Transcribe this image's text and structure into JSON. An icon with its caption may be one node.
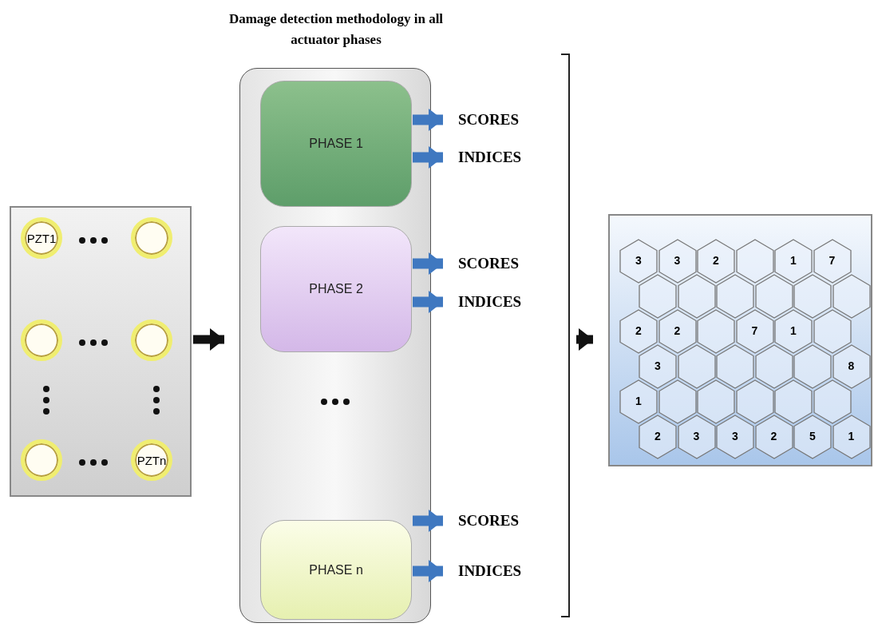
{
  "diagram": {
    "nodes": [
      {
        "text": [],
        "shape": "box"
      },
      {
        "text": [
          "PZT1"
        ],
        "in": 0
      },
      {
        "text": [],
        "shape": "circle",
        "in": 0
      },
      {
        "text": [],
        "shape": "circle",
        "in": 0
      },
      {
        "text": [],
        "shape": "circle",
        "in": 0
      },
      {
        "text": [],
        "shape": "circle",
        "in": 0
      },
      {
        "text": [
          "PZTn"
        ],
        "in": 0
      },
      {
        "text": [
          "Damage detection methodology in all actuator phases"
        ]
      },
      {
        "text": [
          "PHASE 1"
        ],
        "in": 7
      },
      {
        "text": [
          "PHASE 2"
        ],
        "in": 7
      },
      {
        "text": [
          "PHASE n"
        ],
        "in": 7
      },
      {
        "text": [
          "SCORES"
        ]
      },
      {
        "text": [
          "INDICES"
        ]
      },
      {
        "text": [
          "SCORES"
        ]
      },
      {
        "text": [
          "INDICES"
        ]
      },
      {
        "text": [
          "SCORES"
        ]
      },
      {
        "text": [
          "INDICES"
        ]
      },
      {
        "text": [],
        "shape": "box"
      },
      {
        "text": [
          "3"
        ],
        "in": 17
      },
      {
        "text": [
          "3"
        ],
        "in": 17
      },
      {
        "text": [
          "2"
        ],
        "in": 17
      },
      {
        "text": [],
        "shape": "hexagon",
        "in": 17
      },
      {
        "text": [
          "1"
        ],
        "in": 17
      },
      {
        "text": [
          "7"
        ],
        "in": 17
      },
      {
        "text": [],
        "shape": "hexagon",
        "in": 17
      },
      {
        "text": [],
        "shape": "hexagon",
        "in": 17
      },
      {
        "text": [],
        "shape": "hexagon",
        "in": 17
      },
      {
        "text": [],
        "shape": "hexagon",
        "in": 17
      },
      {
        "text": [],
        "shape": "hexagon",
        "in": 17
      },
      {
        "text": [],
        "shape": "hexagon",
        "in": 17
      },
      {
        "text": [
          "2"
        ],
        "in": 17
      },
      {
        "text": [
          "2"
        ],
        "in": 17
      },
      {
        "text": [],
        "shape": "hexagon",
        "in": 17
      },
      {
        "text": [
          "7"
        ],
        "in": 17
      },
      {
        "text": [
          "1"
        ],
        "in": 17
      },
      {
        "text": [],
        "shape": "hexagon",
        "in": 17
      },
      {
        "text": [
          "3"
        ],
        "in": 17
      },
      {
        "text": [],
        "shape": "hexagon",
        "in": 17
      },
      {
        "text": [],
        "shape": "hexagon",
        "in": 17
      },
      {
        "text": [],
        "shape": "hexagon",
        "in": 17
      },
      {
        "text": [],
        "shape": "hexagon",
        "in": 17
      },
      {
        "text": [
          "8"
        ],
        "in": 17
      },
      {
        "text": [
          "1"
        ],
        "in": 17
      },
      {
        "text": [],
        "shape": "hexagon",
        "in": 17
      },
      {
        "text": [],
        "shape": "hexagon",
        "in": 17
      },
      {
        "text": [],
        "shape": "hexagon",
        "in": 17
      },
      {
        "text": [],
        "shape": "hexagon",
        "in": 17
      },
      {
        "text": [],
        "shape": "hexagon",
        "in": 17
      },
      {
        "text": [
          "2"
        ],
        "in": 17
      },
      {
        "text": [
          "3"
        ],
        "in": 17
      },
      {
        "text": [
          "3"
        ],
        "in": 17
      },
      {
        "text": [
          "2"
        ],
        "in": 17
      },
      {
        "text": [
          "5"
        ],
        "in": 17
      },
      {
        "text": [
          "1"
        ],
        "in": 17
      }
    ],
    "edges": [
      {
        "from": 0,
        "to": 7,
        "arrow": "to",
        "color": "#111111"
      },
      {
        "from": 8,
        "to": 11,
        "arrow": "to"
      },
      {
        "from": 8,
        "to": 12,
        "arrow": "to"
      },
      {
        "from": 9,
        "to": 13,
        "arrow": "to"
      },
      {
        "from": 9,
        "to": 14,
        "arrow": "to"
      },
      {
        "from": 10,
        "to": 15,
        "arrow": "to"
      },
      {
        "from": 10,
        "to": 16,
        "arrow": "to"
      },
      {
        "from": null,
        "to": 17,
        "arrow": "to",
        "color": "#111111"
      }
    ]
  }
}
